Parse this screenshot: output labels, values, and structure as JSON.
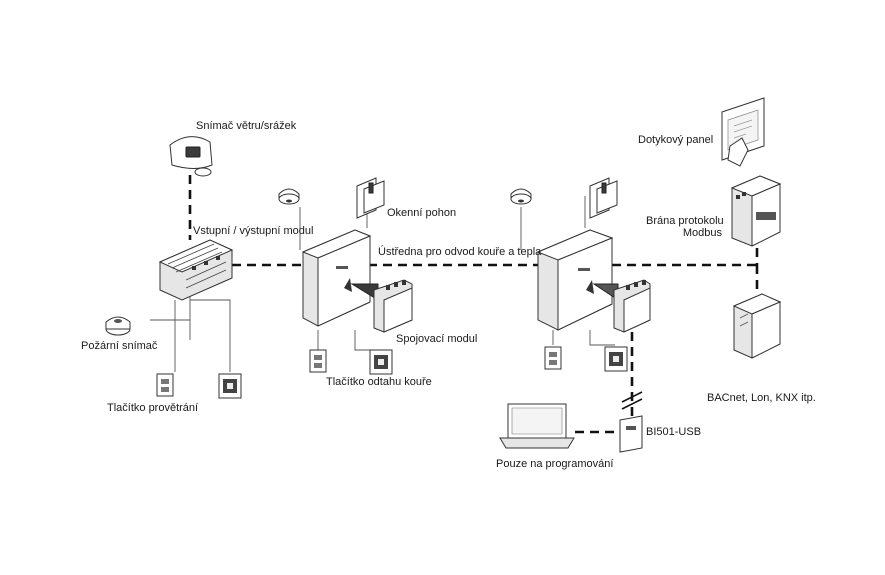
{
  "labels": {
    "rain_sensor": "Snímač větru/srážek",
    "io_module": "Vstupní / výstupní modul",
    "fire_detector": "Požární snímač",
    "vent_button": "Tlačítko provětrání",
    "window_drive": "Okenní pohon",
    "control_unit": "Ústředna pro odvod kouře a tepla",
    "connection_module": "Spojovací modul",
    "smoke_button": "Tlačítko odtahu kouře",
    "touch_panel": "Dotykový panel",
    "gateway_line1": "Brána protokolu",
    "gateway_line2": "Modbus",
    "other_protocols": "BACnet, Lon, KNX itp.",
    "usb_adapter": "BI501-USB",
    "programming_only": "Pouze na programování"
  },
  "colors": {
    "line": "#111111",
    "device_fill": "#ffffff",
    "device_shade": "#e6e6e6",
    "dark_module": "#3a3a3a"
  }
}
